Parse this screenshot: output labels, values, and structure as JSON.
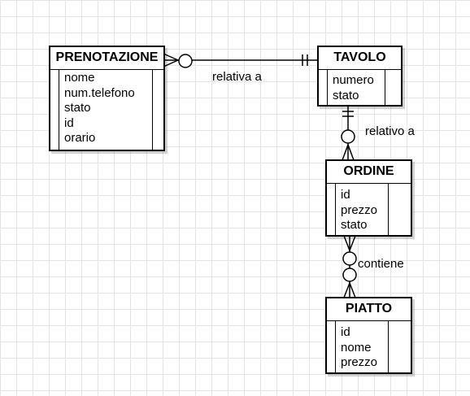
{
  "entities": {
    "prenotazione": {
      "title": "PRENOTAZIONE",
      "attrs": [
        "nome",
        "num.telefono",
        "stato",
        "id",
        "orario"
      ]
    },
    "tavolo": {
      "title": "TAVOLO",
      "attrs": [
        "numero",
        "stato"
      ]
    },
    "ordine": {
      "title": "ORDINE",
      "attrs": [
        "id",
        "prezzo",
        "stato"
      ]
    },
    "piatto": {
      "title": "PIATTO",
      "attrs": [
        "id",
        "nome",
        "prezzo"
      ]
    }
  },
  "relationships": {
    "prenotazione_tavolo": "relativa a",
    "tavolo_ordine": "relativo a",
    "ordine_piatto": "contiene"
  }
}
